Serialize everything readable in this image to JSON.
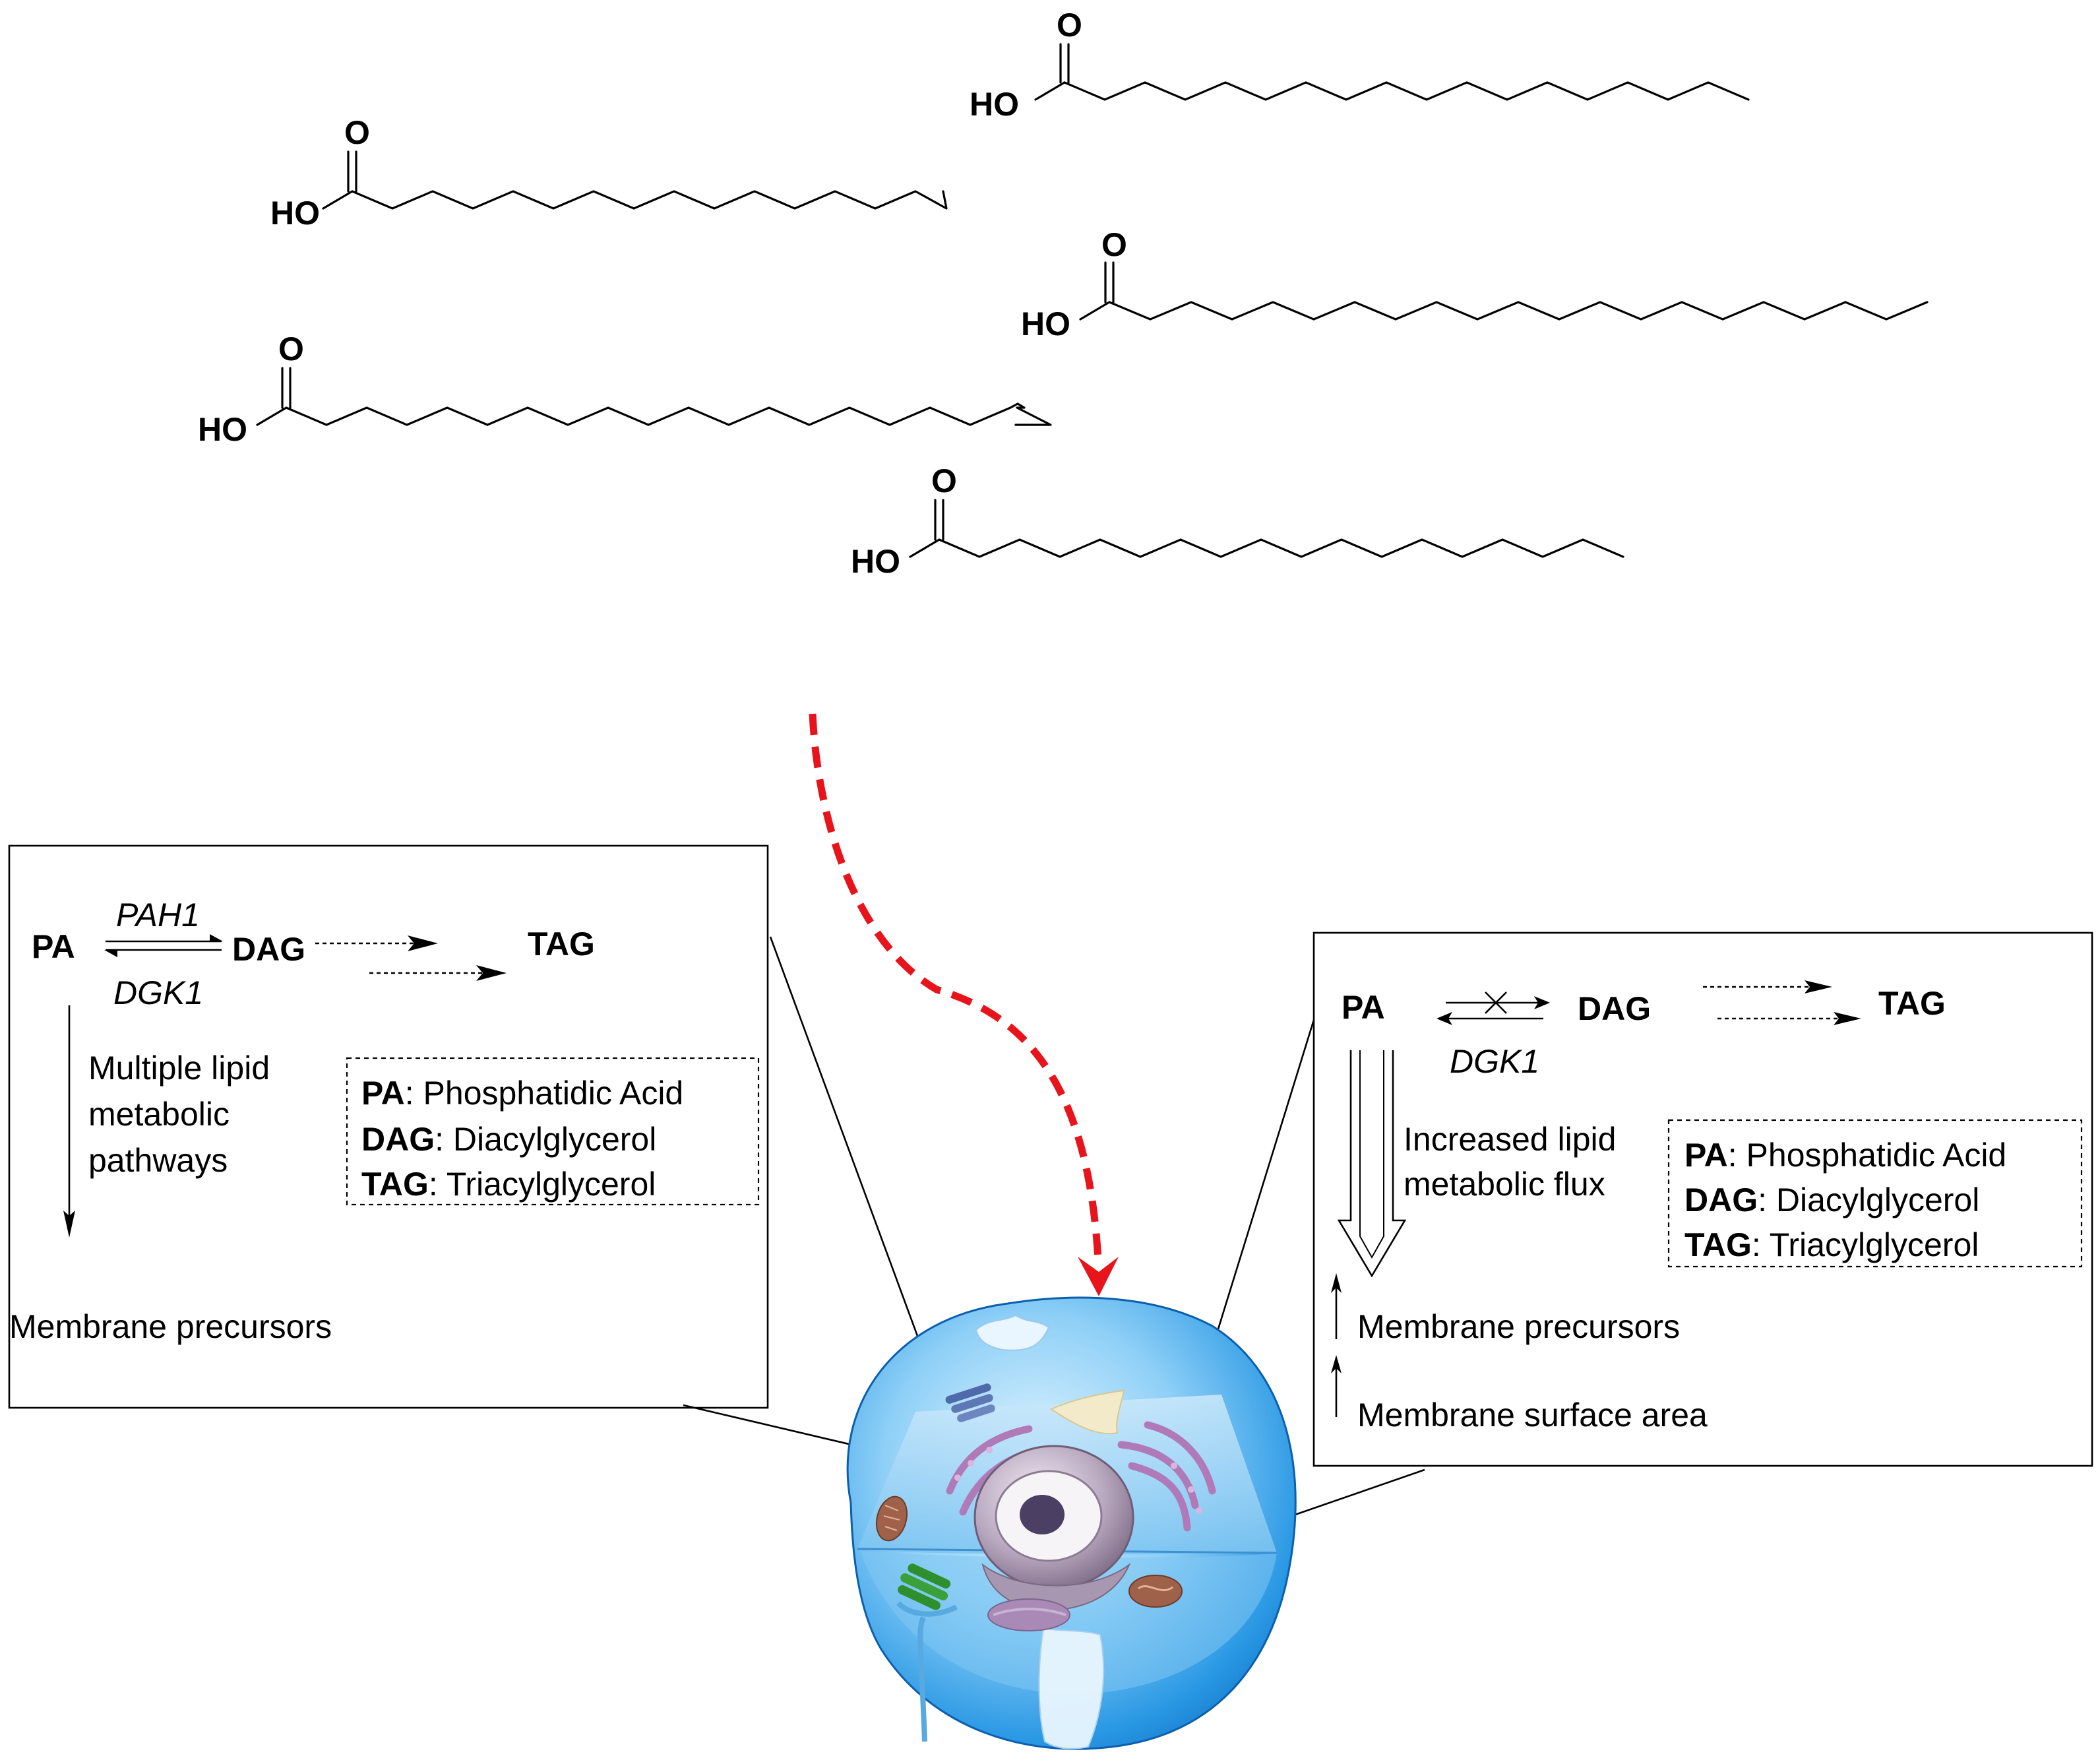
{
  "fatty_acids": [
    {
      "atom_o": "O",
      "atom_ho": "HO"
    },
    {
      "atom_o": "O",
      "atom_ho": "HO"
    },
    {
      "atom_o": "O",
      "atom_ho": "HO"
    },
    {
      "atom_o": "O",
      "atom_ho": "HO"
    },
    {
      "atom_o": "O",
      "atom_ho": "HO"
    }
  ],
  "left_panel": {
    "pa": "PA",
    "dag": "DAG",
    "tag": "TAG",
    "enzyme_forward": "PAH1",
    "enzyme_reverse": "DGK1",
    "pathway_text": [
      "Multiple lipid",
      "metabolic",
      "pathways"
    ],
    "product": "Membrane precursors",
    "legend": [
      {
        "abbr": "PA",
        "name": ": Phosphatidic Acid"
      },
      {
        "abbr": "DAG",
        "name": ": Diacylglycerol"
      },
      {
        "abbr": "TAG",
        "name": ": Triacylglycerol"
      }
    ]
  },
  "right_panel": {
    "pa": "PA",
    "dag": "DAG",
    "tag": "TAG",
    "enzyme_reverse": "DGK1",
    "flux_text": [
      "Increased lipid",
      "metabolic flux"
    ],
    "product_1": "Membrane precursors",
    "product_2": "Membrane surface area",
    "legend": [
      {
        "abbr": "PA",
        "name": ": Phosphatidic Acid"
      },
      {
        "abbr": "DAG",
        "name": ": Diacylglycerol"
      },
      {
        "abbr": "TAG",
        "name": ": Triacylglycerol"
      }
    ]
  },
  "colors": {
    "arrow_red": "#e8141c",
    "cell_blue": "#1f8fe0",
    "cell_light": "#bfe4fb",
    "er_purple": "#b07ab8",
    "nucleus": "#8f7d96",
    "mito_brown": "#a0614a",
    "chloro_green": "#2e8f2e"
  }
}
